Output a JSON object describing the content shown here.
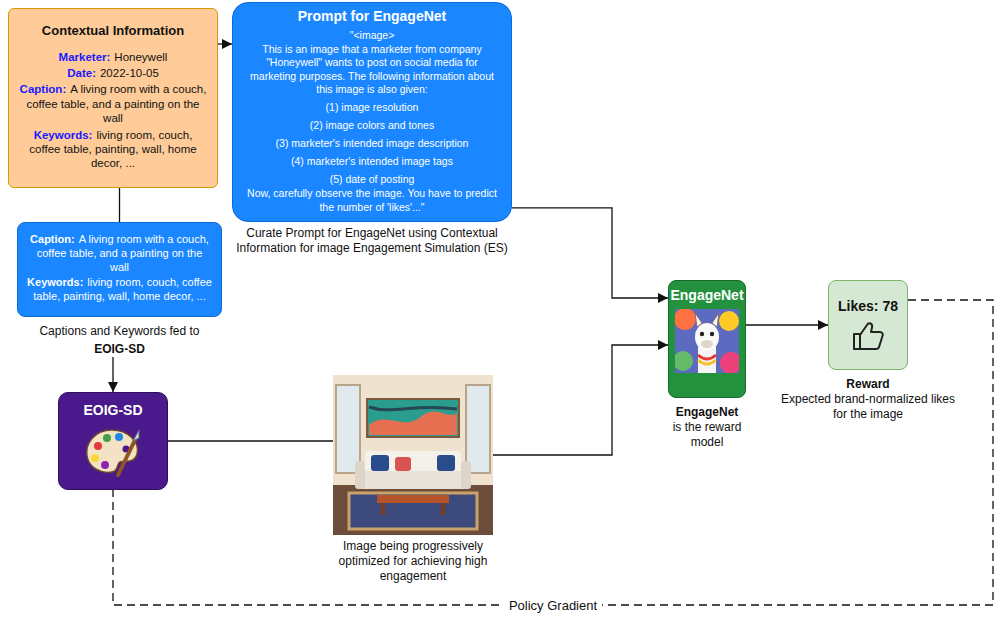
{
  "diagram": {
    "nodes": [
      {
        "text": [
          "Contextual Information",
          "Marketer:",
          "Honeywell",
          "Date:",
          "2022-10-05",
          "Caption:",
          "A living room with a couch, coffee table, and a painting on the wall",
          "Keywords:",
          "living room, couch, coffee table, painting, wall, home decor, ..."
        ]
      },
      {
        "text": [
          "Prompt for EngageNet",
          "\"<image>",
          "This is an image that a marketer from company \"Honeywell\" wants to post on social media for marketing purposes. The following information about this image is also given:",
          "(1) image resolution",
          "(2) image colors and tones",
          "(3) marketer's intended image description",
          "(4) marketer's intended image tags",
          "(5) date of posting",
          "Now, carefully observe the image. You have to predict the number of 'likes'...\"",
          "Curate Prompt for EngageNet using Contextual Information for image Engagement Simulation (ES)"
        ]
      },
      {
        "text": [
          "Caption:",
          "A living room with a couch, coffee table, and a painting on the wall",
          "Keywords:",
          "living room, couch, coffee table, painting, wall, home decor, ...",
          "Captions and Keywords fed to",
          "EOIG-SD"
        ]
      },
      {
        "text": [
          "EOIG-SD"
        ]
      },
      {
        "text": [
          "Image being progressively optimized for achieving high engagement"
        ]
      },
      {
        "text": [
          "EngageNet",
          "EngageNet",
          "is the reward model"
        ]
      },
      {
        "text": [
          "Likes: 78",
          "Reward",
          "Expected brand-normalized likes for the image"
        ]
      }
    ],
    "edges": [
      {
        "from": 0,
        "to": 1,
        "arrow": "to"
      },
      {
        "from": 0,
        "to": 2,
        "arrow": "none"
      },
      {
        "from": 2,
        "to": 3,
        "arrow": "to"
      },
      {
        "from": 1,
        "to": 5,
        "arrow": "to"
      },
      {
        "from": 3,
        "to": 4,
        "arrow": "none"
      },
      {
        "from": 4,
        "to": 5,
        "arrow": "to"
      },
      {
        "from": 5,
        "to": 6,
        "arrow": "to"
      },
      {
        "from": 6,
        "to": 3,
        "label": "Policy Gradient",
        "arrow": "none"
      }
    ]
  }
}
